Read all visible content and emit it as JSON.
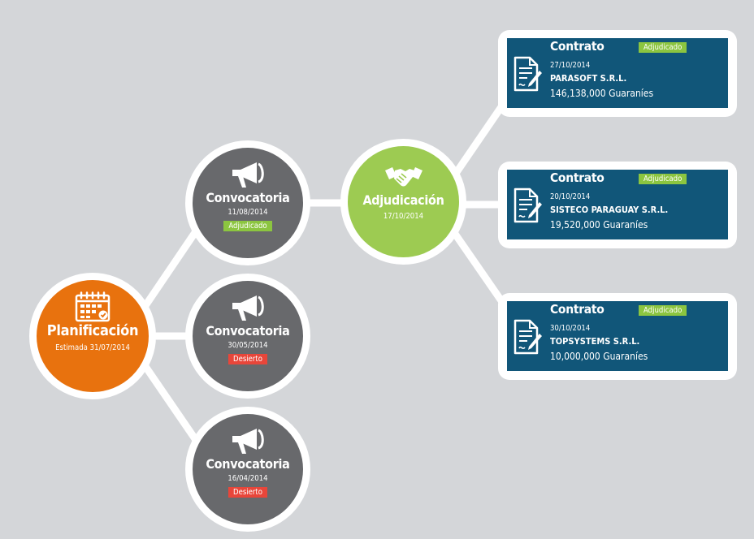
{
  "planning": {
    "title": "Planificación",
    "date": "Estimada 31/07/2014",
    "icon": "calendar-icon",
    "color": "#e8720e"
  },
  "calls": [
    {
      "title": "Convocatoria",
      "date": "11/08/2014",
      "status": "Adjudicado",
      "status_color": "#8cc540",
      "icon": "megaphone-icon"
    },
    {
      "title": "Convocatoria",
      "date": "30/05/2014",
      "status": "Desierto",
      "status_color": "#e8463a",
      "icon": "megaphone-icon"
    },
    {
      "title": "Convocatoria",
      "date": "16/04/2014",
      "status": "Desierto",
      "status_color": "#e8463a",
      "icon": "megaphone-icon"
    }
  ],
  "award": {
    "title": "Adjudicación",
    "date": "17/10/2014",
    "icon": "handshake-icon",
    "color": "#9dcb52"
  },
  "contracts": [
    {
      "title": "Contrato",
      "status": "Adjudicado",
      "date": "27/10/2014",
      "company": "PARASOFT S.R.L.",
      "amount": "146,138,000 Guaraníes",
      "icon": "contract-document-icon"
    },
    {
      "title": "Contrato",
      "status": "Adjudicado",
      "date": "20/10/2014",
      "company": "SISTECO PARAGUAY S.R.L.",
      "amount": "19,520,000 Guaraníes",
      "icon": "contract-document-icon"
    },
    {
      "title": "Contrato",
      "status": "Adjudicado",
      "date": "30/10/2014",
      "company": "TOPSYSTEMS S.R.L.",
      "amount": "10,000,000 Guaraníes",
      "icon": "contract-document-icon"
    }
  ],
  "colors": {
    "background": "#d4d6d9",
    "call_node": "#68696c",
    "contract_card": "#115679",
    "connector": "#ffffff"
  }
}
